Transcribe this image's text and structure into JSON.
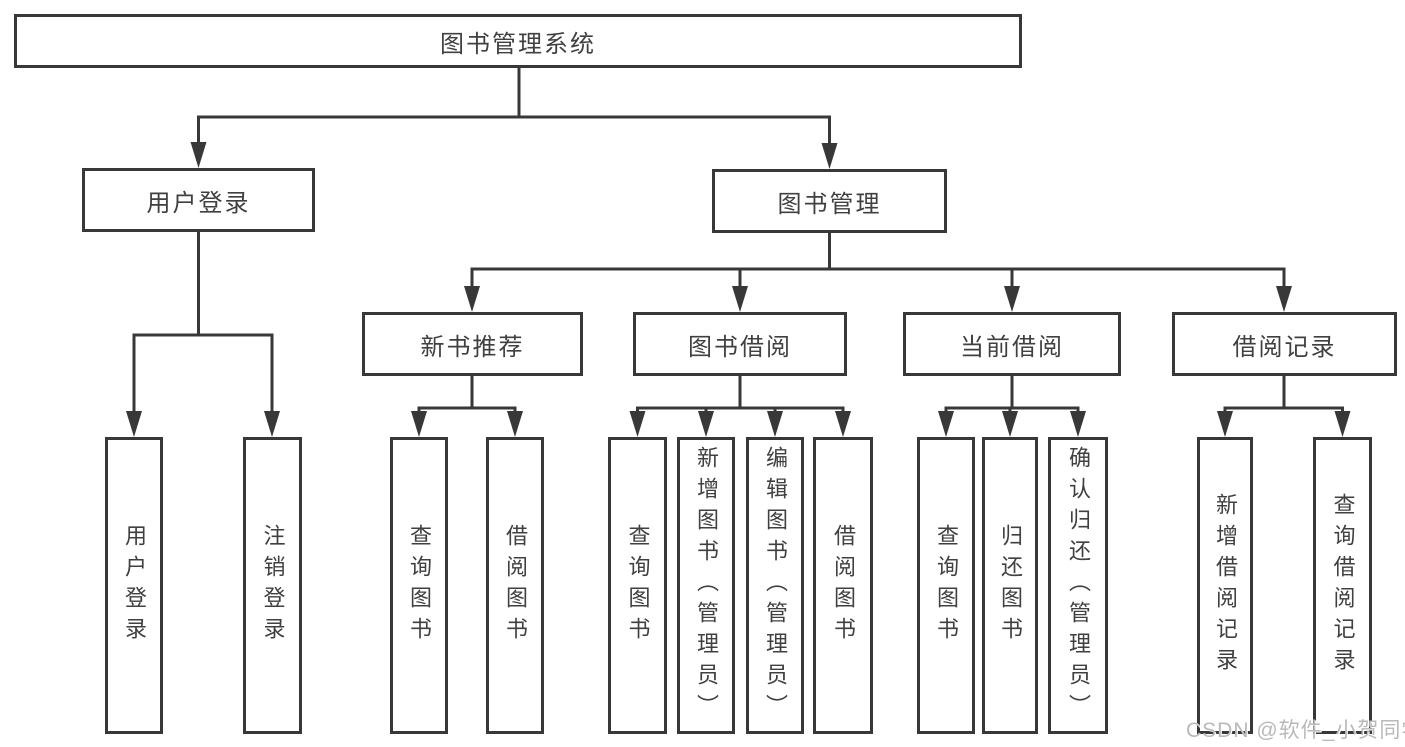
{
  "diagram": {
    "root": {
      "label": "图书管理系统"
    },
    "branches": [
      {
        "label": "用户登录",
        "children": [
          {
            "label": "用户登录"
          },
          {
            "label": "注销登录"
          }
        ]
      },
      {
        "label": "图书管理",
        "children": [
          {
            "label": "新书推荐",
            "children": [
              {
                "label": "查询图书"
              },
              {
                "label": "借阅图书"
              }
            ]
          },
          {
            "label": "图书借阅",
            "children": [
              {
                "label": "查询图书"
              },
              {
                "label": "新增图书（管理员）"
              },
              {
                "label": "编辑图书（管理员）"
              },
              {
                "label": "借阅图书"
              }
            ]
          },
          {
            "label": "当前借阅",
            "children": [
              {
                "label": "查询图书"
              },
              {
                "label": "归还图书"
              },
              {
                "label": "确认归还（管理员）"
              }
            ]
          },
          {
            "label": "借阅记录",
            "children": [
              {
                "label": "新增借阅记录"
              },
              {
                "label": "查询借阅记录"
              }
            ]
          }
        ]
      }
    ]
  },
  "colors": {
    "line": "#383838",
    "text": "#404040",
    "watermark_text": "#b9b9b9"
  },
  "watermark": {
    "text": "CSDN @软件_小贺同学"
  }
}
